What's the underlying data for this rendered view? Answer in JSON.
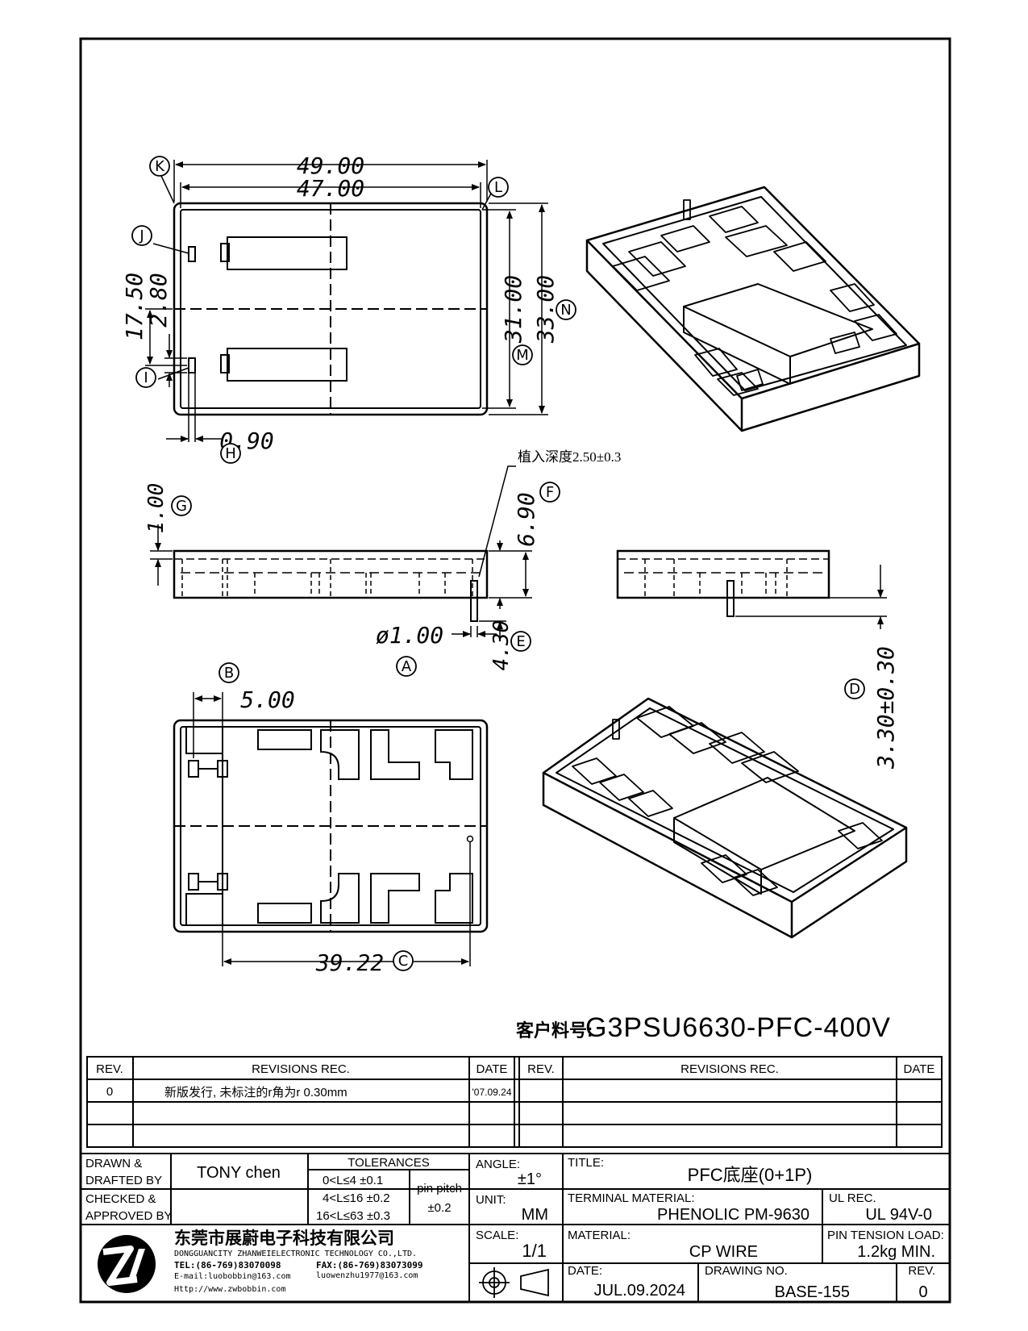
{
  "dimensions": {
    "d49": "49.00",
    "d47": "47.00",
    "d3100": "31.00",
    "d3300": "33.00",
    "d1750": "17.50",
    "d280": "2.80",
    "d090": "0.90",
    "d100": "1.00",
    "d690": "6.90",
    "dphi": "ø1.00",
    "d430": "4.30",
    "d500": "5.00",
    "d3922": "39.22",
    "d330": "3.30±0.30"
  },
  "callouts": {
    "A": "A",
    "B": "B",
    "C": "C",
    "D": "D",
    "E": "E",
    "F": "F",
    "G": "G",
    "H": "H",
    "I": "I",
    "J": "J",
    "K": "K",
    "L": "L",
    "M": "M",
    "N": "N"
  },
  "note_depth": "植入深度2.50±0.3",
  "part_number": {
    "label": "客户料号:",
    "value": "G3PSU6630-PFC-400V"
  },
  "revisions": {
    "headers": {
      "rev": "REV.",
      "rec": "REVISIONS   REC.",
      "date": "DATE"
    },
    "rows": [
      {
        "rev": "0",
        "rec": "新版发行, 未标注的r角为r 0.30mm",
        "date": "'07.09.24"
      }
    ]
  },
  "title_block": {
    "drawn_label": "DRAWN  &\nDRAFTED BY",
    "drawn_value": "TONY  chen",
    "checked_label": "CHECKED &\nAPPROVED BY",
    "tolerances_label": "TOLERANCES",
    "tol1": "0<L≤4    ±0.1",
    "tol2": "4<L≤16  ±0.2",
    "tol3": "16<L≤63  ±0.3",
    "pin_pitch_label": "pin  pitch",
    "pin_pitch_value": "±0.2",
    "angle_label": "ANGLE:",
    "angle_value": "±1°",
    "unit_label": "UNIT:",
    "unit_value": "MM",
    "scale_label": "SCALE:",
    "scale_value": "1/1",
    "title_label": "TITLE:",
    "title_value": "PFC底座(0+1P)",
    "terminal_label": "TERMINAL  MATERIAL:",
    "terminal_value": "PHENOLIC  PM-9630",
    "ul_label": "UL  REC.",
    "ul_value": "UL  94V-0",
    "material_label": "MATERIAL:",
    "material_value": "CP  WIRE",
    "pin_tension_label": "PIN  TENSION  LOAD:",
    "pin_tension_value": "1.2kg  MIN.",
    "date_label": "DATE:",
    "date_value": "JUL.09.2024",
    "drawing_no_label": "DRAWING  NO.",
    "drawing_no_value": "BASE-155",
    "rev_label": "REV.",
    "rev_value": "0"
  },
  "company": {
    "name_cn": "东莞市展蔚电子科技有限公司",
    "name_en": "DONGGUANCITY  ZHANWEIELECTRONIC  TECHNOLOGY  CO.,LTD.",
    "tel": "TEL:(86-769)83070098",
    "fax": "FAX:(86-769)83073099",
    "email": "E-mail:luobobbin@163.com",
    "email2": "luowenzhu1977@163.com",
    "web": "Http://www.zwbobbin.com"
  }
}
